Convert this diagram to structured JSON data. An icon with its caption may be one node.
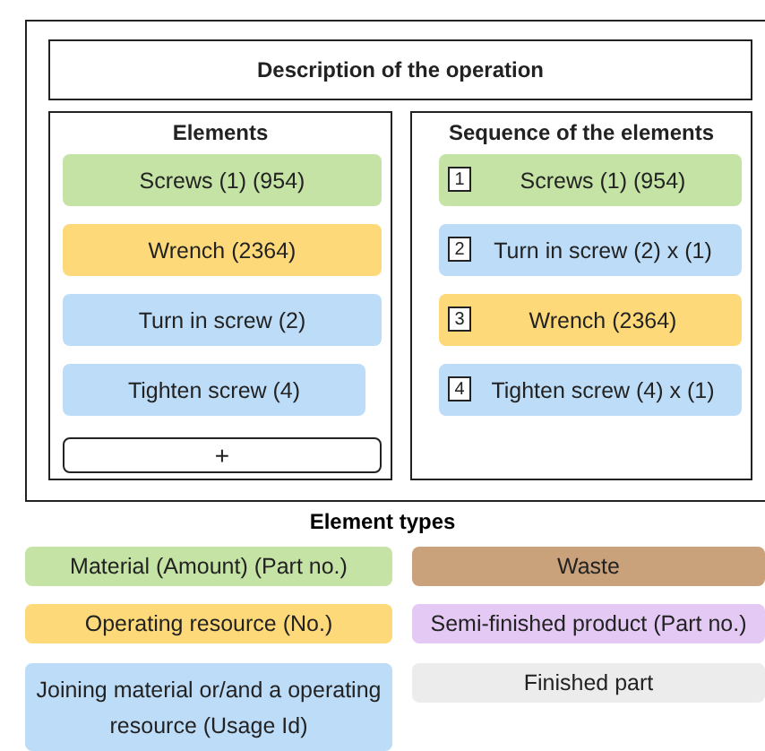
{
  "diagram": {
    "nodes": [
      {
        "text": [
          "Description of the operation"
        ]
      },
      {
        "text": [
          "Elements"
        ]
      },
      {
        "text": [
          "Screws (1) (954)"
        ],
        "in": 1
      },
      {
        "text": [
          "Wrench (2364)"
        ],
        "in": 1
      },
      {
        "text": [
          "Turn in screw (2)"
        ],
        "in": 1
      },
      {
        "text": [
          "Tighten screw (4)"
        ],
        "in": 1
      },
      {
        "text": [
          "+"
        ],
        "in": 1
      },
      {
        "text": [
          "Sequence of the elements"
        ]
      },
      {
        "text": [
          "Screws (1) (954)"
        ],
        "in": 7
      },
      {
        "text": [
          "1"
        ],
        "in": 8
      },
      {
        "text": [
          "Turn in screw (2) x (1)"
        ],
        "in": 7
      },
      {
        "text": [
          "2"
        ],
        "in": 10
      },
      {
        "text": [
          "Wrench (2364)"
        ],
        "in": 7
      },
      {
        "text": [
          "3"
        ],
        "in": 12
      },
      {
        "text": [
          "Tighten screw (4) x (1)"
        ],
        "in": 7
      },
      {
        "text": [
          "4"
        ],
        "in": 14
      }
    ],
    "labels": [
      "Element types"
    ],
    "legend": [
      {
        "text": "Material (Amount) (Part no.)",
        "color": "#c5e3a5"
      },
      {
        "text": "Waste",
        "color": "#c9a27c"
      },
      {
        "text": "Operating resource (No.)",
        "color": "#fdd97a"
      },
      {
        "text": "Semi-finished product (Part no.)",
        "color": "#e3c9f4"
      },
      {
        "text": "Joining material or/and a operating resource (Usage Id)",
        "color": "#bddcf7"
      },
      {
        "text": "Finished part",
        "color": "#ececec"
      }
    ]
  }
}
